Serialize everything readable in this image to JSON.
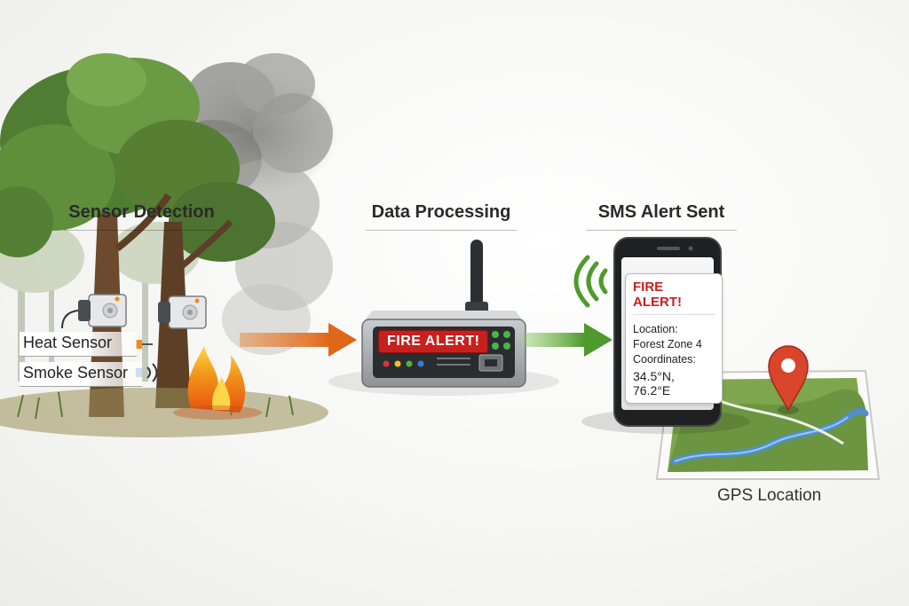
{
  "steps": {
    "sensor": {
      "title": "Sensor Detection",
      "heat_label": "Heat Sensor",
      "smoke_label": "Smoke Sensor"
    },
    "processing": {
      "title": "Data Processing",
      "badge": "FIRE ALERT!"
    },
    "sms": {
      "title": "SMS Alert Sent",
      "message": {
        "header": "FIRE ALERT!",
        "location_label": "Location:",
        "location_value": "Forest Zone 4",
        "coordinates_label": "Coordinates:",
        "coordinates_value": "34.5°N, 76.2°E"
      }
    },
    "map": {
      "label": "GPS Location"
    }
  },
  "colors": {
    "arrow_orange": "#e0661a",
    "arrow_green": "#4f9a2c",
    "alert_red": "#c8201e",
    "pin_red": "#d9452a",
    "leaf_green": "#5f8f3a"
  },
  "icons": [
    "tree-icon",
    "smoke-cloud-icon",
    "flame-icon",
    "sensor-box-icon",
    "router-icon",
    "antenna-icon",
    "smartphone-icon",
    "signal-waves-icon",
    "map-icon",
    "location-pin-icon",
    "arrow-right-icon"
  ]
}
